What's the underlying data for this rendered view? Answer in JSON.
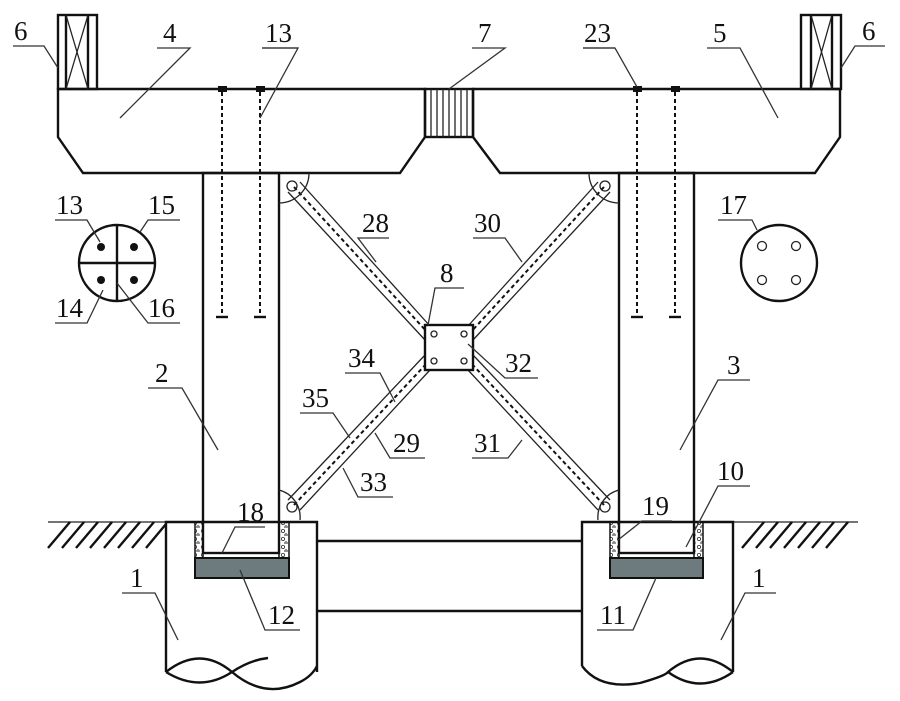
{
  "diagram": {
    "type": "structural-elevation",
    "colors": {
      "line": "#111111",
      "base_plate": "#6e7b7e",
      "background": "#ffffff"
    },
    "labels": {
      "pile_left": "1",
      "pile_right": "1",
      "column_left": "2",
      "column_right": "3",
      "beam_left": "4",
      "beam_right": "5",
      "guard_left": "6",
      "guard_right": "6",
      "joint": "7",
      "center_plate": "8",
      "grout_right": "10",
      "plate_right": "11",
      "plate_left": "12",
      "bar_top": "13",
      "section_13": "13",
      "section_14": "14",
      "section_15": "15",
      "section_16": "16",
      "section_17": "17",
      "seal_left": "18",
      "seal_right": "19",
      "anchor_top": "23",
      "brace_28": "28",
      "brace_29": "29",
      "brace_30": "30",
      "brace_31": "31",
      "brace_32": "32",
      "brace_33": "33",
      "brace_34": "34",
      "brace_35": "35"
    }
  }
}
